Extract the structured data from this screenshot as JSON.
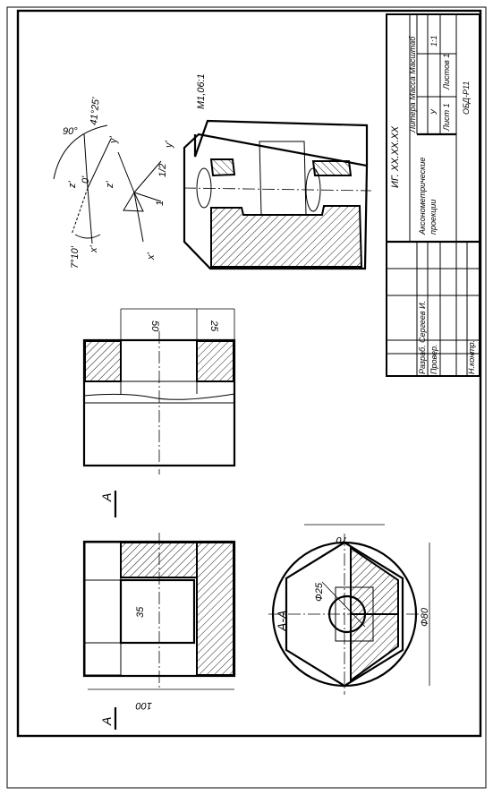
{
  "title_block": {
    "designation": "ИГ. XX.XX.XX",
    "title_line1": "Аксонометрические",
    "title_line2": "проекции",
    "scale_label": "У",
    "scale_value": "1:1",
    "sheet_label": "Лист 1",
    "sheets_label": "Листов 1",
    "group": "ОБД-Р11",
    "col_headers": "Литера Масса Масштаб",
    "developer": "Разраб. Сергеев И.",
    "checker": "Провер.",
    "norm_control": "Н.контр."
  },
  "views": {
    "section_label": "A-A",
    "cut_marker_top": "A",
    "cut_marker_bottom": "A"
  },
  "dimensions": {
    "d100": "100",
    "d35": "35",
    "d50": "50",
    "d25": "25",
    "d70": "70",
    "d80": "Ф80",
    "d25hole": "Ф25"
  },
  "axonometry": {
    "scale_note": "М1,06:1",
    "angle_90": "90°",
    "angle_41": "41°25'",
    "angle_7": "7°10'",
    "axis_x": "x'",
    "axis_y": "y'",
    "axis_z": "z'",
    "origin": "0'",
    "axis_x2": "x'",
    "axis_y2": "y'",
    "axis_z2": "z'",
    "k1": "1",
    "k_half": "1/2"
  }
}
